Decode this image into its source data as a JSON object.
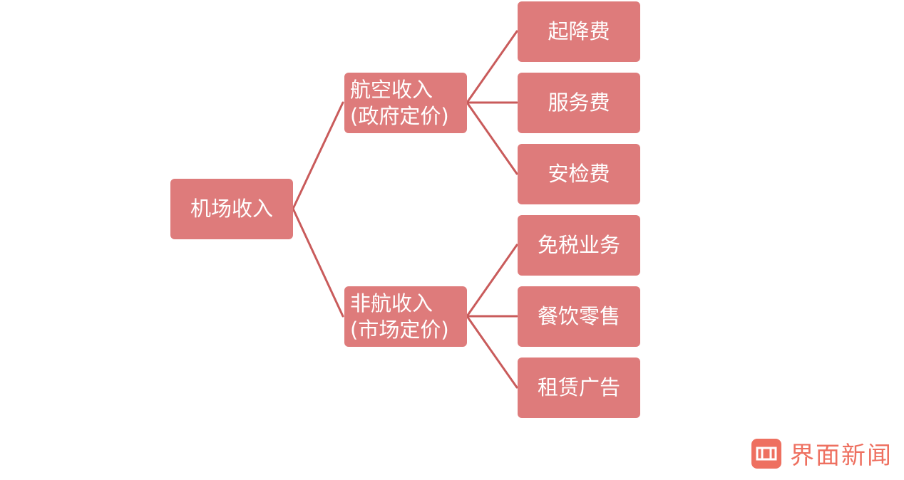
{
  "diagram": {
    "root": {
      "label": "机场收入"
    },
    "branches": [
      {
        "line1": "航空收入",
        "line2": "(政府定价)",
        "children": [
          "起降费",
          "服务费",
          "安检费"
        ]
      },
      {
        "line1": "非航收入",
        "line2": "(市场定价)",
        "children": [
          "免税业务",
          "餐饮零售",
          "租赁广告"
        ]
      }
    ]
  },
  "watermark": {
    "text": "界面新闻"
  },
  "colors": {
    "node_fill": "#de7b7b",
    "line": "#c95b5b",
    "brand": "#ee7060"
  }
}
